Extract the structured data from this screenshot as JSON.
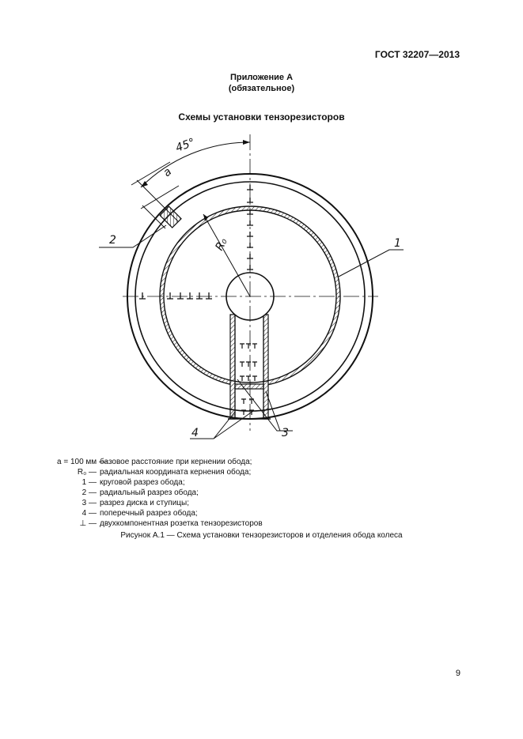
{
  "header": {
    "standard_code": "ГОСТ 32207—2013"
  },
  "appendix": {
    "title": "Приложение А",
    "subtitle": "(обязательное)"
  },
  "section_title": "Схемы установки тензорезисторов",
  "drawing": {
    "angle_label": "45°",
    "dim_label": "a",
    "radius_label": "R₀",
    "callouts": {
      "c1": "1",
      "c2": "2",
      "c3": "3",
      "c4": "4"
    }
  },
  "legend": [
    {
      "key": "a = 100 мм —",
      "text": "базовое расстояние при кернении обода;"
    },
    {
      "key": "R₀ —",
      "text": "радиальная координата кернения обода;"
    },
    {
      "key": "1 —",
      "text": "круговой разрез обода;"
    },
    {
      "key": "2 —",
      "text": "радиальный разрез обода;"
    },
    {
      "key": "3 —",
      "text": "разрез диска и ступицы;"
    },
    {
      "key": "4 —",
      "text": "поперечный разрез обода;"
    },
    {
      "key": "⊥ —",
      "text": "двухкомпонентная розетка тензорезисторов"
    }
  ],
  "caption": "Рисунок А.1 — Схема установки тензорезисторов и отделения обода колеса",
  "page_number": "9"
}
